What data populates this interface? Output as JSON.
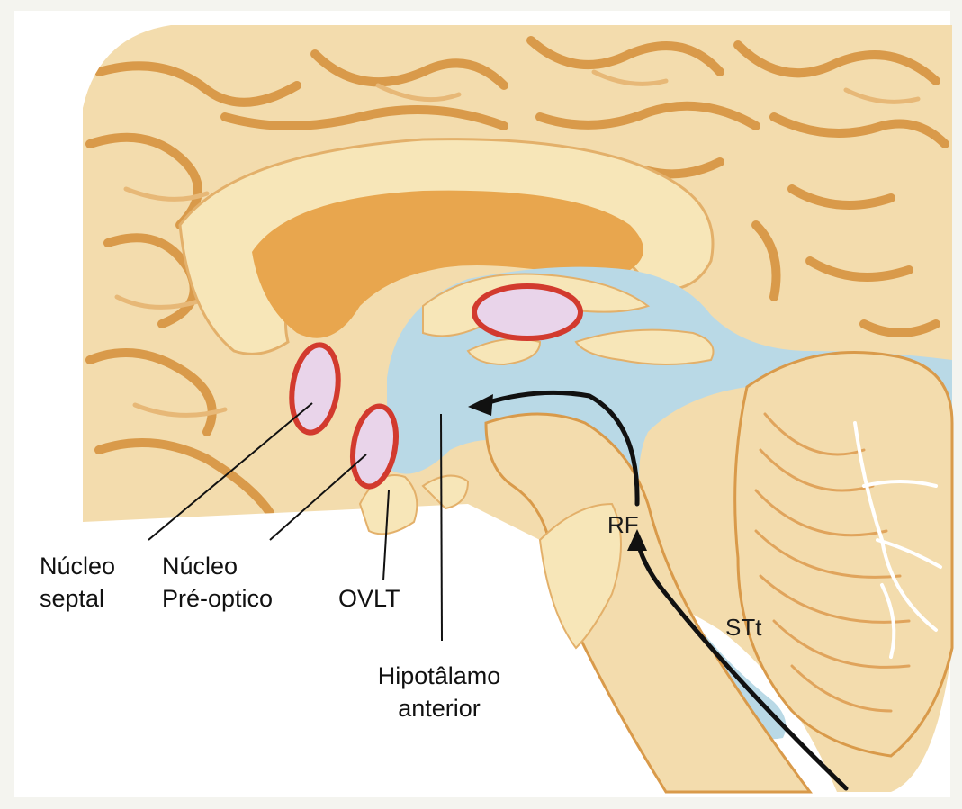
{
  "labels": {
    "septal": {
      "line1": "Núcleo",
      "line2": "septal"
    },
    "preoptic": {
      "line1": "Núcleo",
      "line2": "Pré-optico"
    },
    "ovlt": "OVLT",
    "anterior_hypothalamus": {
      "line1": "Hipotâlamo",
      "line2": "anterior"
    },
    "rf": "RF",
    "stt": "STt"
  },
  "colors": {
    "background": "#ffffff",
    "cortex": "#f3dcad",
    "sulcus": "#d99a4a",
    "corpus_callosum": "#f7e6b8",
    "ventricle": "#e8a64e",
    "csf": "#b9d9e6",
    "nucleus_fill": "#e9d4ea",
    "nucleus_rim": "#d23a2e",
    "arrow": "#111111",
    "leader_line": "#111111"
  }
}
